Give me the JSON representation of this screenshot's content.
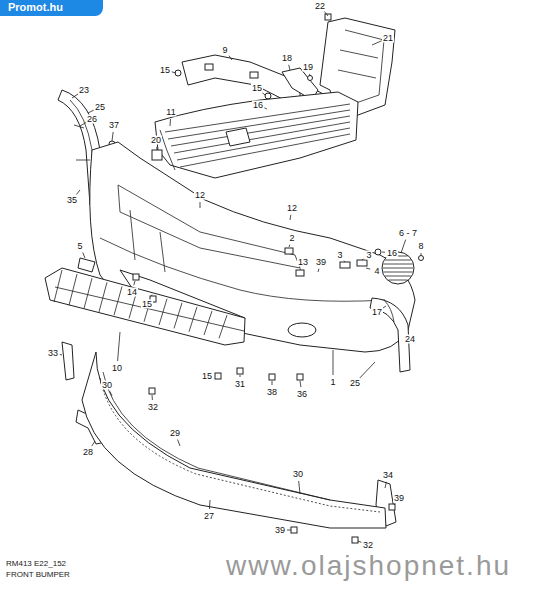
{
  "diagram": {
    "labels": [
      "Promot.hu",
      "22",
      "21",
      "9",
      "18",
      "19",
      "15",
      "15",
      "16",
      "23",
      "25",
      "26",
      "37",
      "11",
      "20",
      "35",
      "12",
      "12",
      "2",
      "13",
      "39",
      "3",
      "3",
      "16",
      "6 - 7",
      "8",
      "4",
      "5",
      "14",
      "15",
      "17",
      "24",
      "33",
      "10",
      "15",
      "31",
      "38",
      "36",
      "1",
      "25",
      "30",
      "32",
      "29",
      "28",
      "30",
      "34",
      "39",
      "27",
      "39",
      "32",
      "RM413 E22_152",
      "FRONT BUMPER",
      "www.olajshopnet.hu"
    ]
  }
}
